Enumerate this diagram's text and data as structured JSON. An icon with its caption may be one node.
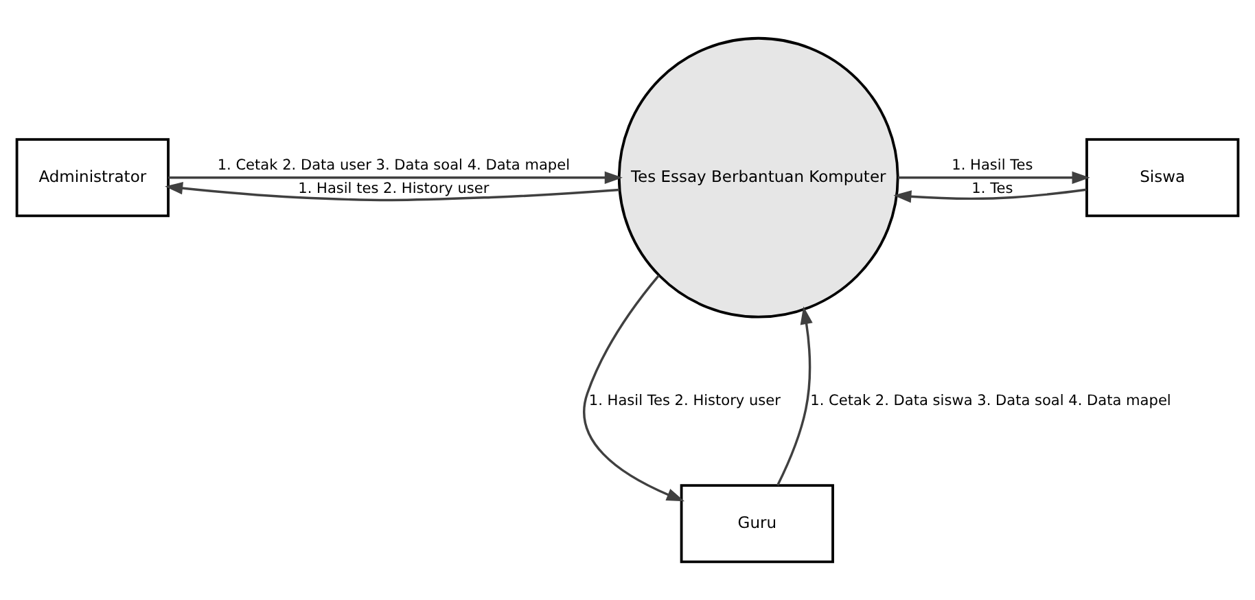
{
  "diagram": {
    "nodes": [
      {
        "text": [
          "Administrator"
        ]
      },
      {
        "text": [
          "Tes Essay Berbantuan Komputer"
        ]
      },
      {
        "text": [
          "Siswa"
        ]
      },
      {
        "text": [
          "Guru"
        ]
      }
    ],
    "edges": [
      {
        "from": 1,
        "to": 0,
        "arrow": "to",
        "label": "1. Hasil tes 2. History user"
      },
      {
        "from": 0,
        "to": 1,
        "arrow": "to",
        "label": "1. Cetak 2. Data user 3. Data soal 4. Data mapel"
      },
      {
        "from": 1,
        "to": 2,
        "arrow": "to",
        "label": "1. Hasil Tes"
      },
      {
        "from": 2,
        "to": 1,
        "arrow": "to",
        "label": "1. Tes"
      },
      {
        "from": 3,
        "to": 1,
        "arrow": "to",
        "label": "1. Cetak 2. Data siswa 3. Data soal 4. Data mapel"
      },
      {
        "from": 1,
        "to": 3,
        "arrow": "to",
        "label": "1. Hasil Tes 2. History user"
      }
    ]
  }
}
